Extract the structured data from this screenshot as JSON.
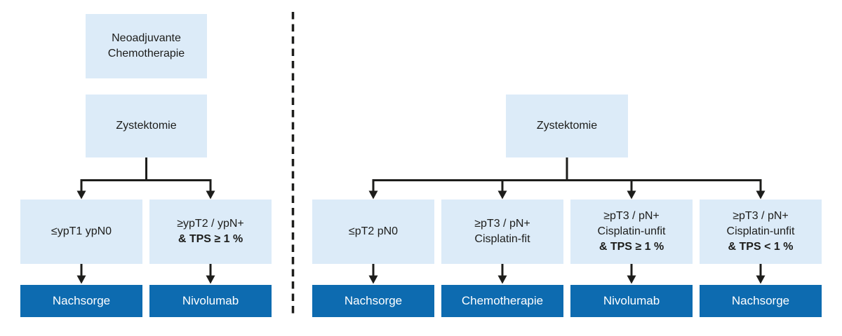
{
  "colors": {
    "box_light": "#dcebf8",
    "box_dark": "#0d6bb0",
    "line": "#1d1d1b",
    "text": "#1d1d1b",
    "text_on_dark": "#ffffff",
    "background": "#ffffff"
  },
  "left_chart": {
    "pre_box": {
      "line1": "Neoadjuvante",
      "line2": "Chemotherapie"
    },
    "root_label": "Zystektomie",
    "branches": [
      {
        "line1": "≤ypT1 ypN0",
        "result": "Nachsorge"
      },
      {
        "line1": "≥ypT2 / ypN+",
        "bold_line": "& TPS ≥ 1 %",
        "result": "Nivolumab"
      }
    ]
  },
  "right_chart": {
    "root_label": "Zystektomie",
    "branches": [
      {
        "line1": "≤pT2 pN0",
        "result": "Nachsorge"
      },
      {
        "line1": "≥pT3 / pN+",
        "line2": "Cisplatin-fit",
        "result": "Chemotherapie"
      },
      {
        "line1": "≥pT3 / pN+",
        "line2": "Cisplatin-unfit",
        "bold_line": "& TPS ≥ 1 %",
        "result": "Nivolumab"
      },
      {
        "line1": "≥pT3 / pN+",
        "line2": "Cisplatin-unfit",
        "bold_line": "& TPS < 1 %",
        "result": "Nachsorge"
      }
    ]
  }
}
